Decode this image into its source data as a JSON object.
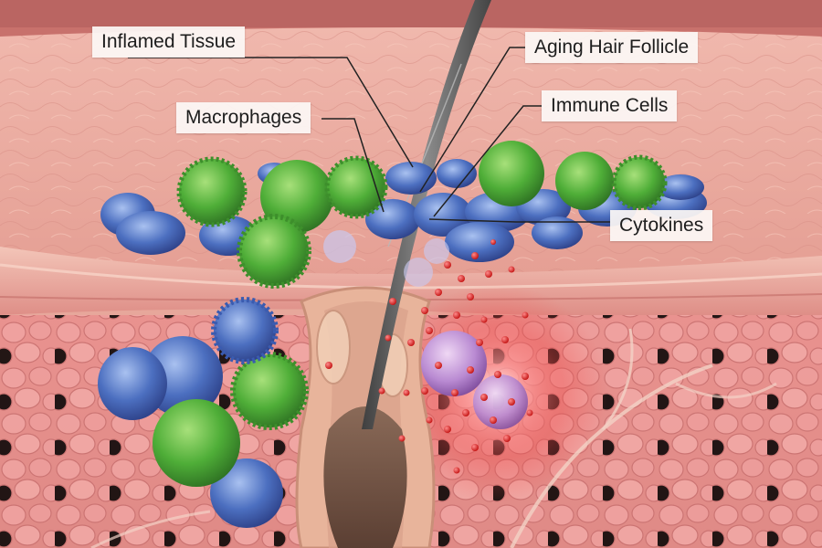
{
  "labels": {
    "inflamed_tissue": "Inflamed Tissue",
    "aging_hair_follicle": "Aging Hair Follicle",
    "macrophages": "Macrophages",
    "immune_cells": "Immune Cells",
    "cytokines": "Cytokines"
  },
  "colors": {
    "skin_surface": "#e9a99d",
    "dermis": "#eb9d9a",
    "immune_cell_blue": "#3f63b5",
    "macrophage_green": "#4aa83a",
    "cytokine_red": "#e0201c",
    "hair_shaft": "#5e5e5e"
  }
}
